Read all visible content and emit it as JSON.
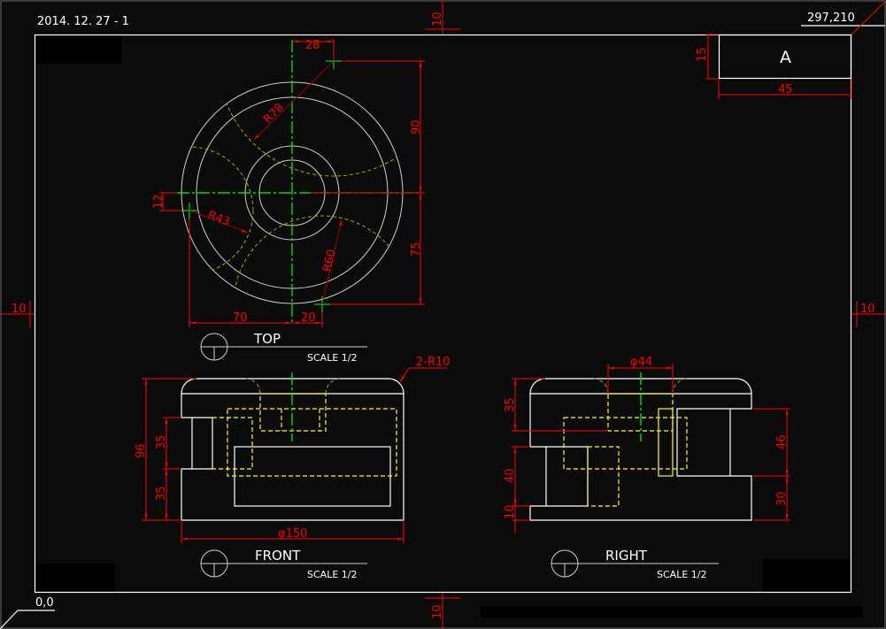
{
  "sheet": {
    "date_label": "2014. 12. 27 - 1",
    "size_label": "297,210",
    "origin_label": "0,0",
    "margin_top": "10",
    "margin_bottom": "10",
    "margin_left": "10",
    "margin_right": "10"
  },
  "title_block": {
    "letter": "A",
    "height_dim": "15",
    "width_dim": "45"
  },
  "views": {
    "top": {
      "name": "TOP",
      "scale": "SCALE 1/2",
      "dims": {
        "d28": "28",
        "d90": "90",
        "d75": "75",
        "d12": "12",
        "d70": "70",
        "d20": "20",
        "r78": "R78",
        "r43": "R43",
        "r60": "R60"
      }
    },
    "front": {
      "name": "FRONT",
      "scale": "SCALE 1/2",
      "dims": {
        "d96": "96",
        "d35a": "35",
        "d35b": "35",
        "phi150": "φ150",
        "r10": "2-R10"
      }
    },
    "right": {
      "name": "RIGHT",
      "scale": "SCALE 1/2",
      "dims": {
        "phi44": "φ44",
        "d35": "35",
        "d40": "40",
        "d10": "10",
        "d46": "46",
        "d30": "30"
      }
    }
  },
  "colors": {
    "outline": "#ffffff",
    "dimension": "#ff0000",
    "hidden": "#ffff00",
    "center": "#00ff00"
  }
}
